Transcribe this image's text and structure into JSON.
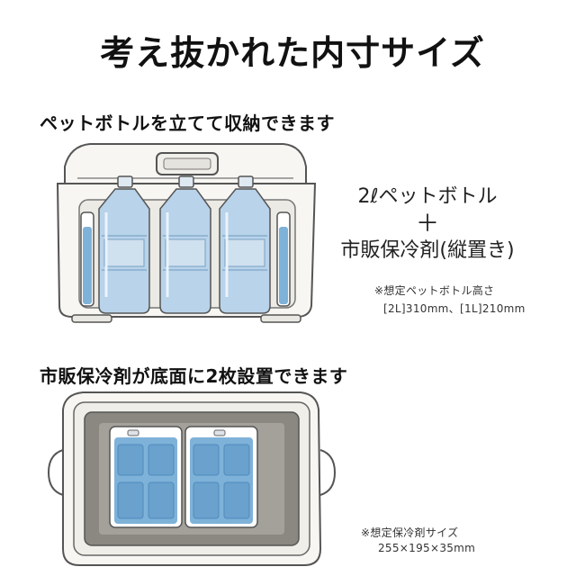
{
  "title": "考え抜かれた内寸サイズ",
  "section_bottles": {
    "heading": "ペットボトルを立てて収納できます",
    "spec_line1": "2ℓペットボトル",
    "spec_plus": "＋",
    "spec_line2": "市販保冷剤(縦置き)",
    "note_label": "※想定ペットボトル高さ",
    "note_value": "[2L]310mm、[1L]210mm"
  },
  "section_bottom": {
    "heading": "市販保冷剤が底面に2枚設置できます",
    "note_label": "※想定保冷剤サイズ",
    "note_value": "255×195×35mm"
  },
  "colors": {
    "cooler_body": "#f7f6f2",
    "outline": "#555555",
    "ice_pack": "#7fb2d8",
    "ice_pack_dark": "#4e8cbf",
    "bottle": "#b8d3ea",
    "interior": "#8a8880"
  }
}
